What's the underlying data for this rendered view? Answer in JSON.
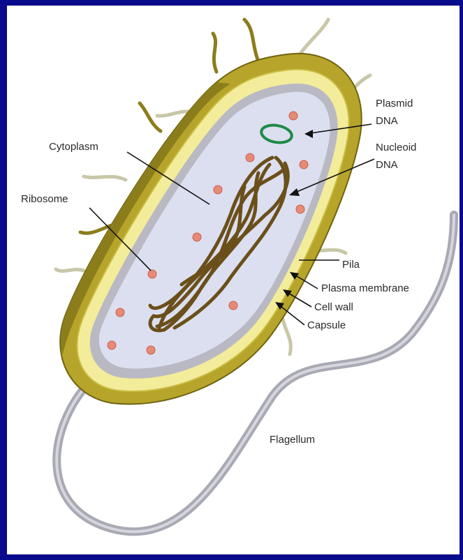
{
  "diagram": {
    "labels": {
      "plasmid": "Plasmid",
      "plasmid_dna": "DNA",
      "nucleoid": "Nucleoid",
      "nucleoid_dna": "DNA",
      "cytoplasm": "Cytoplasm",
      "ribosome": "Ribosome",
      "pila": "Pila",
      "plasma_membrane": "Plasma membrane",
      "cell_wall": "Cell wall",
      "capsule": "Capsule",
      "flagellum": "Flagellum"
    },
    "colors": {
      "background_border": "#0a0a8c",
      "capsule_outer": "#b6a52a",
      "capsule_dark": "#8c7d1c",
      "cell_wall": "#f3ec9a",
      "plasma_membrane": "#b9b9c4",
      "cytoplasm": "#dcdff0",
      "nucleoid": "#6b4f1a",
      "plasmid": "#1f8a46",
      "ribosome": "#e58a78",
      "flagellum": "#a9a9b4",
      "pili": "#c8c7a8"
    }
  }
}
